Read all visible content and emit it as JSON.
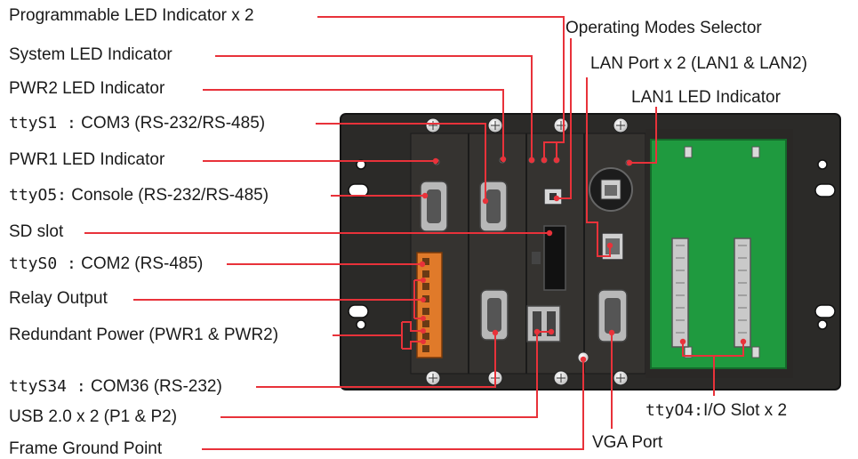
{
  "labels": {
    "prog_led": "Programmable LED Indicator x 2",
    "sys_led": "System LED Indicator",
    "pwr2_led": "PWR2 LED Indicator",
    "com3_prefix": "ttyS1 :",
    "com3_text": " COM3 (RS-232/RS-485)",
    "pwr1_led": "PWR1 LED Indicator",
    "console_prefix": "ttyO5:",
    "console_text": " Console (RS-232/RS-485)",
    "sd_slot": "SD slot",
    "com2_prefix": "ttyS0 :",
    "com2_text": " COM2 (RS-485)",
    "relay": "Relay Output",
    "redundant_power": "Redundant Power (PWR1 & PWR2)",
    "com36_prefix": "ttyS34 :",
    "com36_text": " COM36 (RS-232)",
    "usb": "USB 2.0 x 2 (P1 & P2)",
    "frame_ground": "Frame Ground Point",
    "op_modes": "Operating Modes Selector",
    "lan_port": "LAN Port x 2 (LAN1 & LAN2)",
    "lan1_led": "LAN1 LED Indicator",
    "io_prefix": "ttyO4:",
    "io_text": "I/O Slot x 2",
    "vga": "VGA Port"
  },
  "colors": {
    "leader": "#e8323a",
    "chassis": "#2b2a28",
    "panel": "#383633",
    "board": "#1f9a3f",
    "terminal": "#e07a2a"
  }
}
